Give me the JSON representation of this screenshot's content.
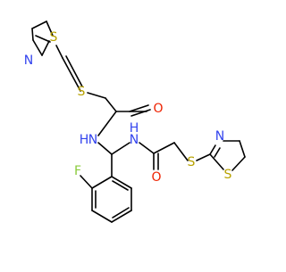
{
  "molecule": {
    "atom_labels": {
      "s_ring1": "S",
      "n_ring1": "N",
      "s_thio1": "S",
      "o_amide1": "O",
      "n_amide1": "N",
      "h_amide1": "H",
      "n_amide2": "N",
      "h_amide2": "H",
      "f": "F",
      "o_amide2": "O",
      "s_thio2": "S",
      "n_ring2": "N",
      "s_ring2": "S"
    },
    "colors": {
      "bond": "#000000",
      "sulfur": "#b8a200",
      "nitrogen": "#3344ee",
      "oxygen": "#ee2200",
      "fluorine": "#8acb3c"
    }
  }
}
